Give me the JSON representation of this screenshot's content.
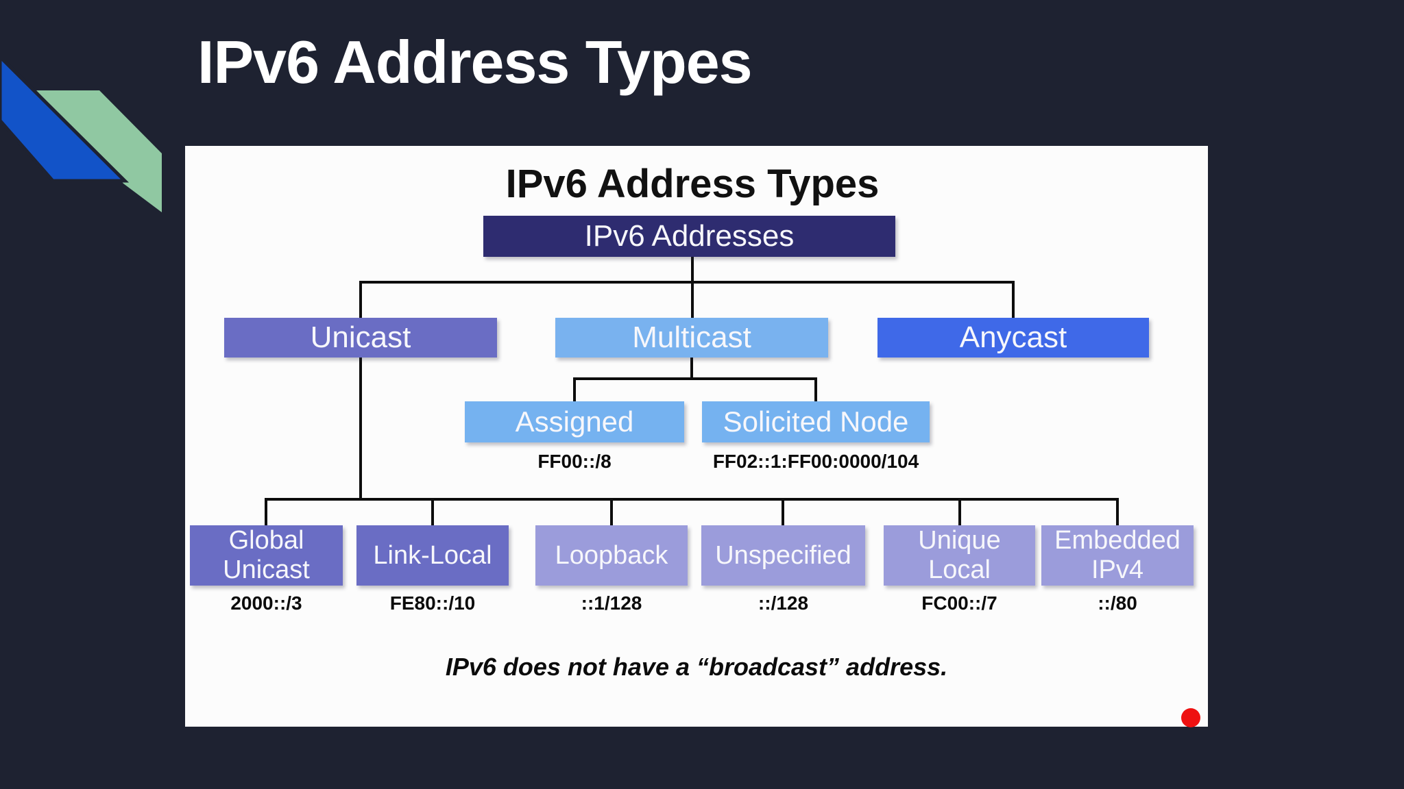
{
  "slide": {
    "title": "IPv6 Address Types"
  },
  "diagram": {
    "title": "IPv6 Address Types",
    "root": {
      "label": "IPv6 Addresses",
      "color": "#2e2c70"
    },
    "level1": [
      {
        "label": "Unicast",
        "color": "#6a6dc4"
      },
      {
        "label": "Multicast",
        "color": "#79b2ef"
      },
      {
        "label": "Anycast",
        "color": "#3f69e8"
      }
    ],
    "multicast_children": [
      {
        "label": "Assigned",
        "prefix": "FF00::/8",
        "color": "#75b2f0"
      },
      {
        "label": "Solicited Node",
        "prefix": "FF02::1:FF00:0000/104",
        "color": "#75b2f0"
      }
    ],
    "unicast_children": [
      {
        "label": "Global Unicast",
        "prefix": "2000::/3",
        "color": "#6a6dc4"
      },
      {
        "label": "Link-Local",
        "prefix": "FE80::/10",
        "color": "#6a6dc4"
      },
      {
        "label": "Loopback",
        "prefix": "::1/128",
        "color": "#9b9cdb"
      },
      {
        "label": "Unspecified",
        "prefix": "::/128",
        "color": "#9b9cdb"
      },
      {
        "label": "Unique Local",
        "prefix": "FC00::/7",
        "color": "#9b9cdb"
      },
      {
        "label": "Embedded IPv4",
        "prefix": "::/80",
        "color": "#9b9cdb"
      }
    ],
    "note": "IPv6 does not have a “broadcast” address."
  },
  "colors": {
    "background": "#1e2231",
    "panel": "#fcfcfc",
    "line": "#0d0d0d",
    "red_dot": "#ee1111",
    "accent_stripe_blue": "#1253c8",
    "accent_stripe_green": "#90c8a2"
  }
}
